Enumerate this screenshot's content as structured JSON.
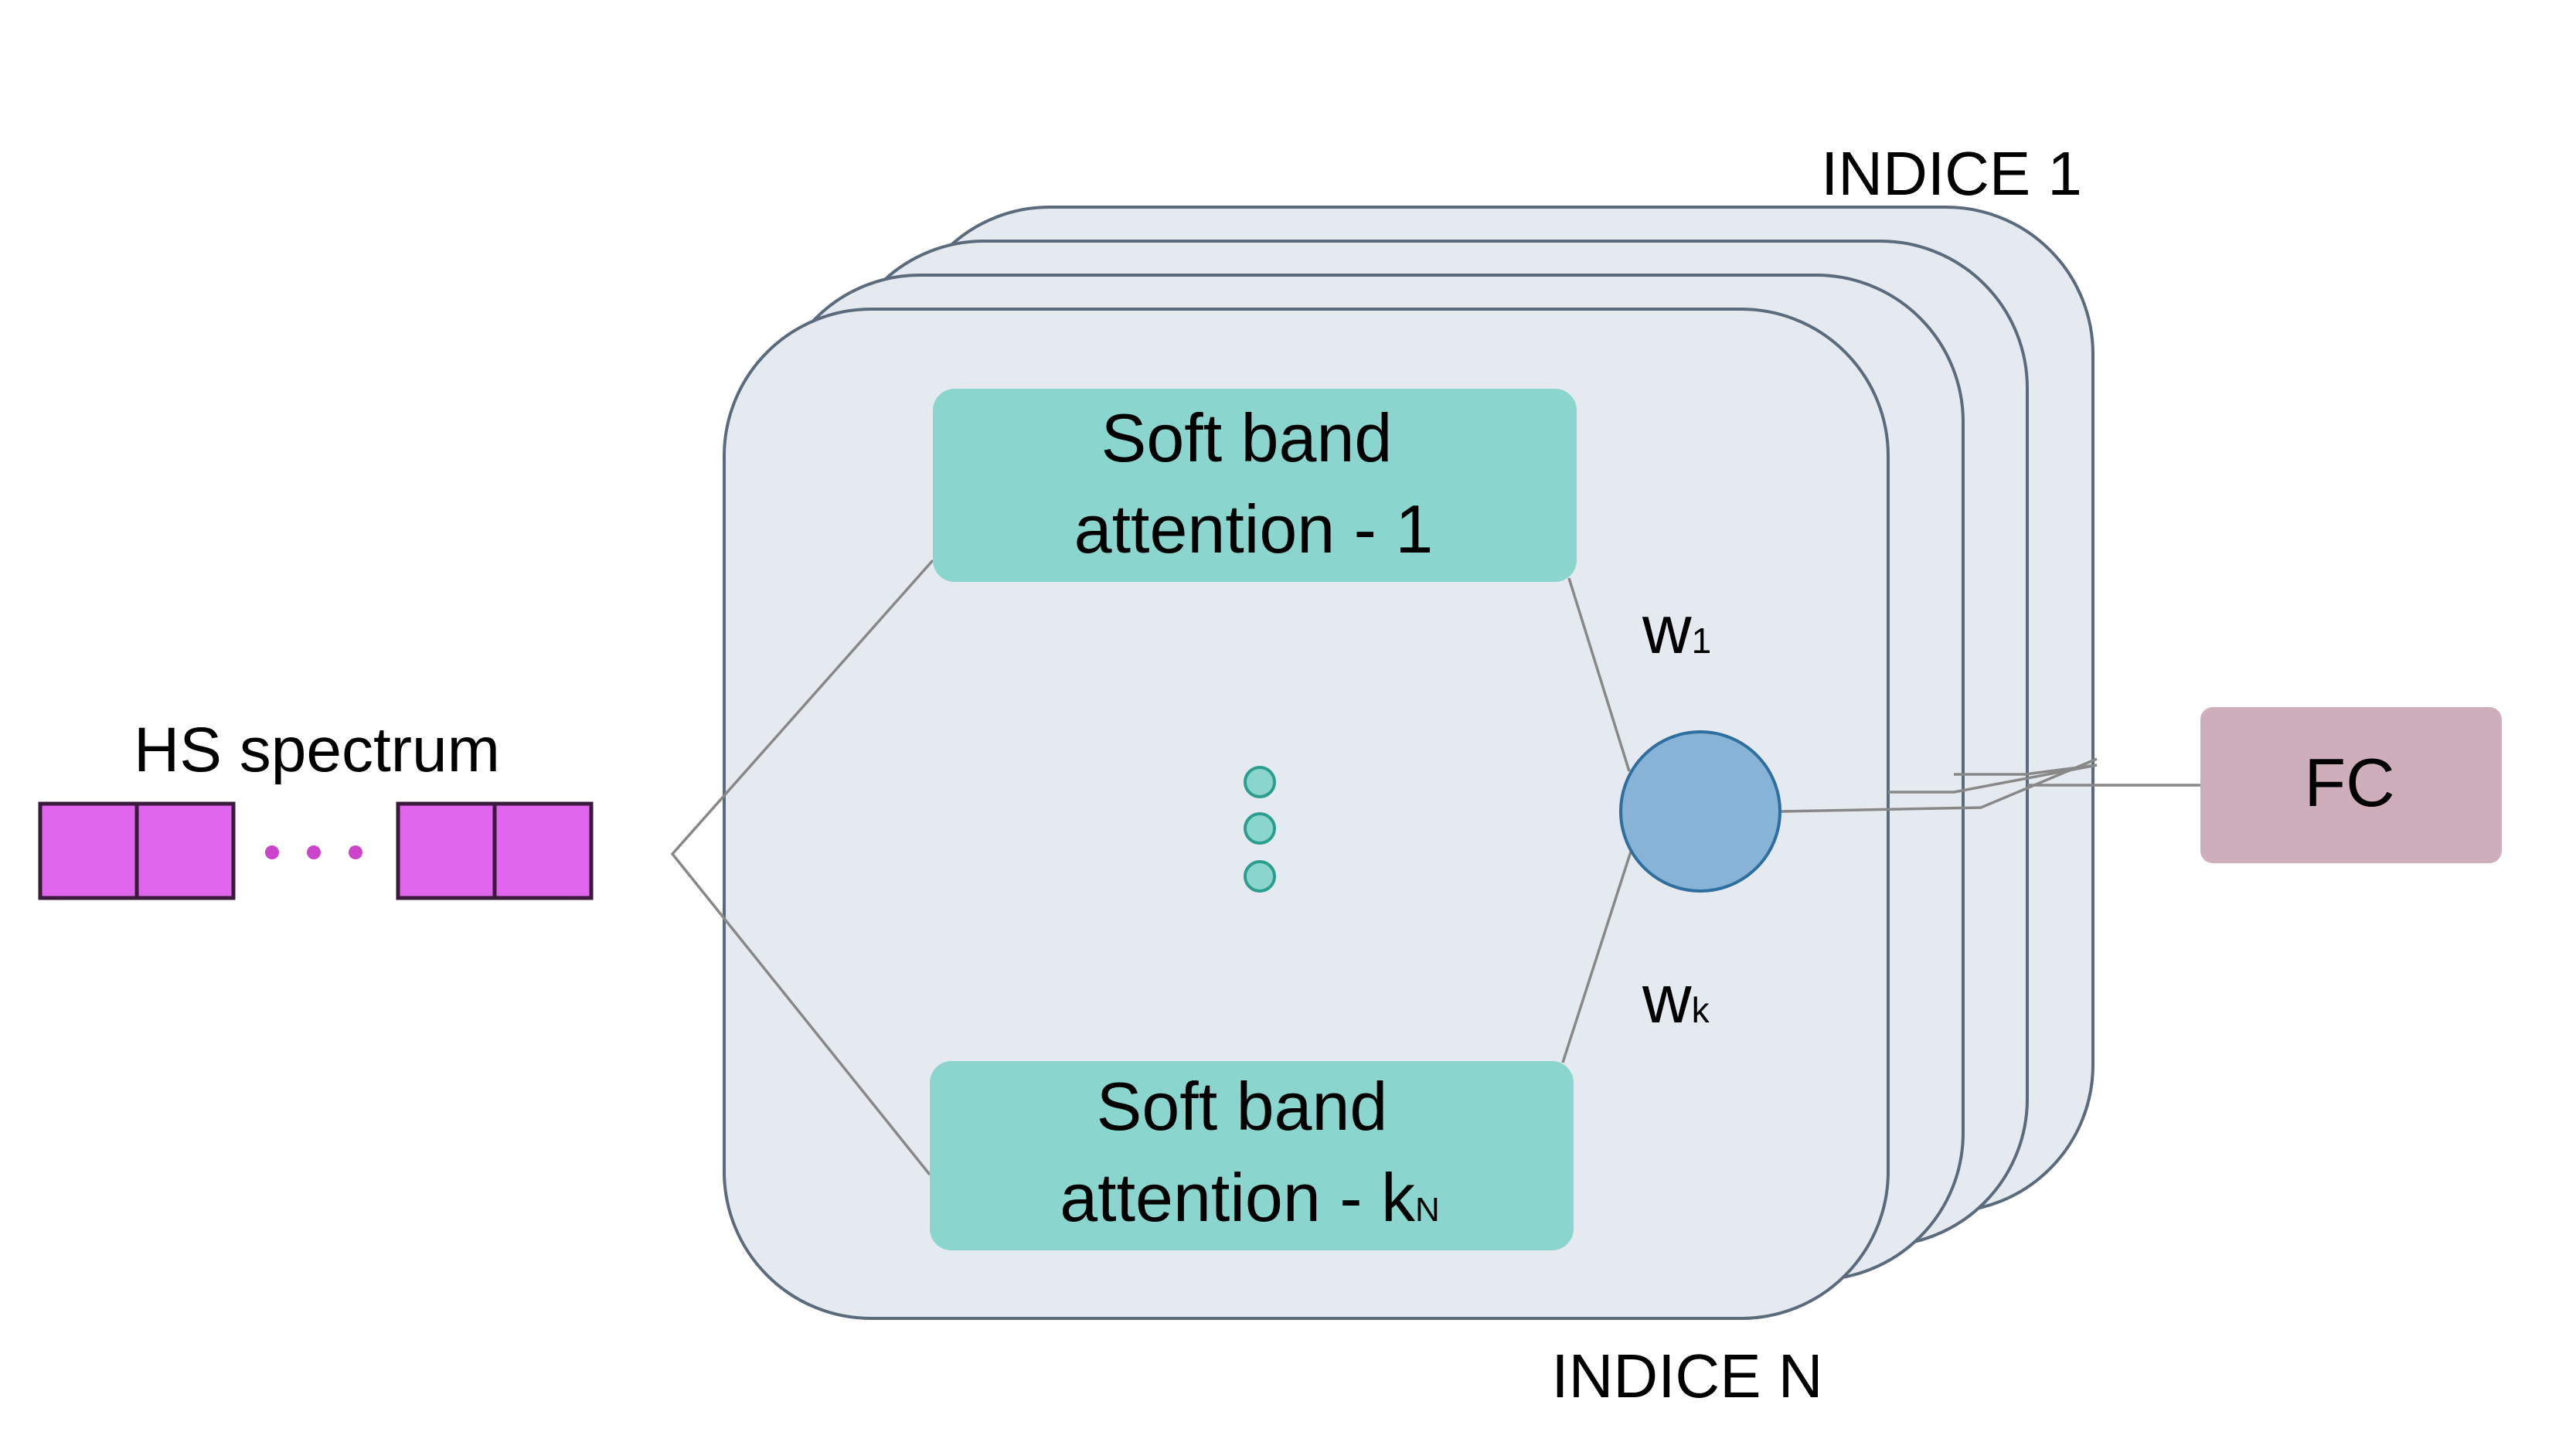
{
  "input": {
    "title": "HS spectrum",
    "cell_color": "#e066ee",
    "dot_color": "#cc44cc"
  },
  "indice_top_label": "INDICE 1",
  "indice_bottom_label": "INDICE N",
  "attention_top": {
    "line1": "Soft band",
    "line2": "attention - 1"
  },
  "attention_bottom": {
    "line1": "Soft band",
    "line2_main": "attention - k",
    "line2_sub": "N"
  },
  "weight_top": {
    "main": "w",
    "sub": "1"
  },
  "weight_bottom": {
    "main": "w",
    "sub": "k"
  },
  "output": {
    "label": "FC"
  },
  "colors": {
    "card_fill": "#e5eaf0",
    "card_stroke": "#5b6b7b",
    "attention_fill": "#8ad6ce",
    "dot_fill": "#8ad6ce",
    "dot_stroke": "#2b9e8e",
    "node_fill": "#87b4d6",
    "node_stroke": "#2f6fa0",
    "fc_fill": "#cfaebb",
    "line": "#888888"
  }
}
